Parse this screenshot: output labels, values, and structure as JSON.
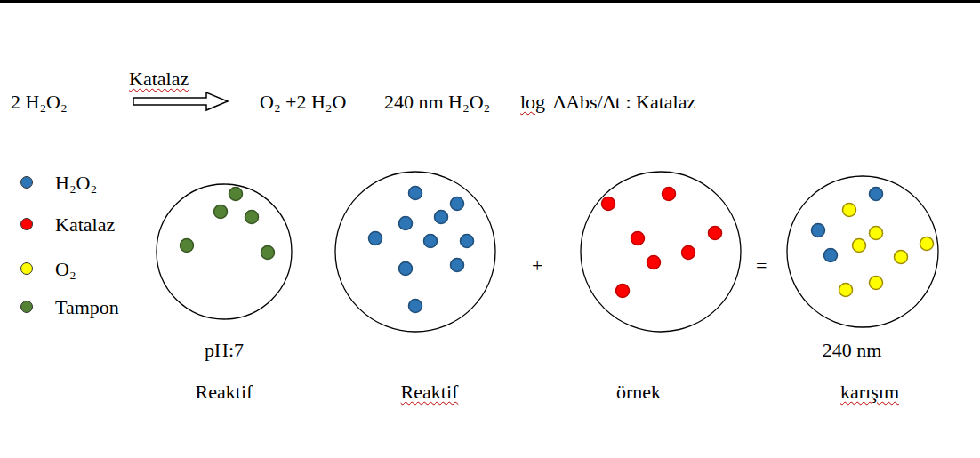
{
  "diagram": {
    "nodes": [
      {
        "text": [
          "pH:7",
          "Reaktif"
        ]
      },
      {
        "text": [
          "Reaktif"
        ]
      },
      {
        "text": [
          "örnek"
        ]
      },
      {
        "text": [
          "240 nm",
          "karışım"
        ]
      }
    ],
    "labels": [
      "2 H₂O₂",
      "Katalaz",
      "O₂ +2 H₂O",
      "240 nm H₂O₂",
      "log",
      "ΔAbs/Δt : Katalaz",
      "+",
      "="
    ],
    "legend": [
      {
        "text": "H₂O₂",
        "color": "#2e75b6"
      },
      {
        "text": "Katalaz",
        "color": "#ff0000"
      },
      {
        "text": "O₂",
        "color": "#ffff00"
      },
      {
        "text": "Tampon",
        "color": "#548235"
      }
    ]
  }
}
